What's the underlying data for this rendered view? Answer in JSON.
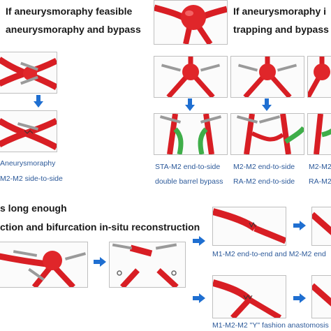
{
  "top_left": {
    "heading": "If aneurysmoraphy feasible",
    "subheading": "aneurysmoraphy and bypass",
    "caption_line1": "Aneurysmoraphy",
    "caption_line2": "M2-M2 side-to-side"
  },
  "top_right": {
    "heading": "If aneurysmoraphy i",
    "subheading": "trapping and bypass",
    "captions": [
      {
        "line1": "STA-M2 end-to-side",
        "line2": "double barrel bypass"
      },
      {
        "line1": "M2-M2 end-to-side",
        "line2": "RA-M2 end-to-side"
      },
      {
        "line1": "M2-M2",
        "line2": "RA-M2"
      }
    ]
  },
  "bottom": {
    "heading": "s long enough",
    "subheading": "ction and bifurcation in-situ reconstruction",
    "caption_upper": "M1-M2 end-to-end and M2-M2 end",
    "caption_lower": "M1-M2-M2 \"Y\" fashion anastomosis"
  },
  "colors": {
    "vessel": "#d81e24",
    "aneurysm": "#e0262a",
    "graft": "#3fae49",
    "arrow": "#1f6fd1",
    "caption": "#2d5a9a"
  }
}
